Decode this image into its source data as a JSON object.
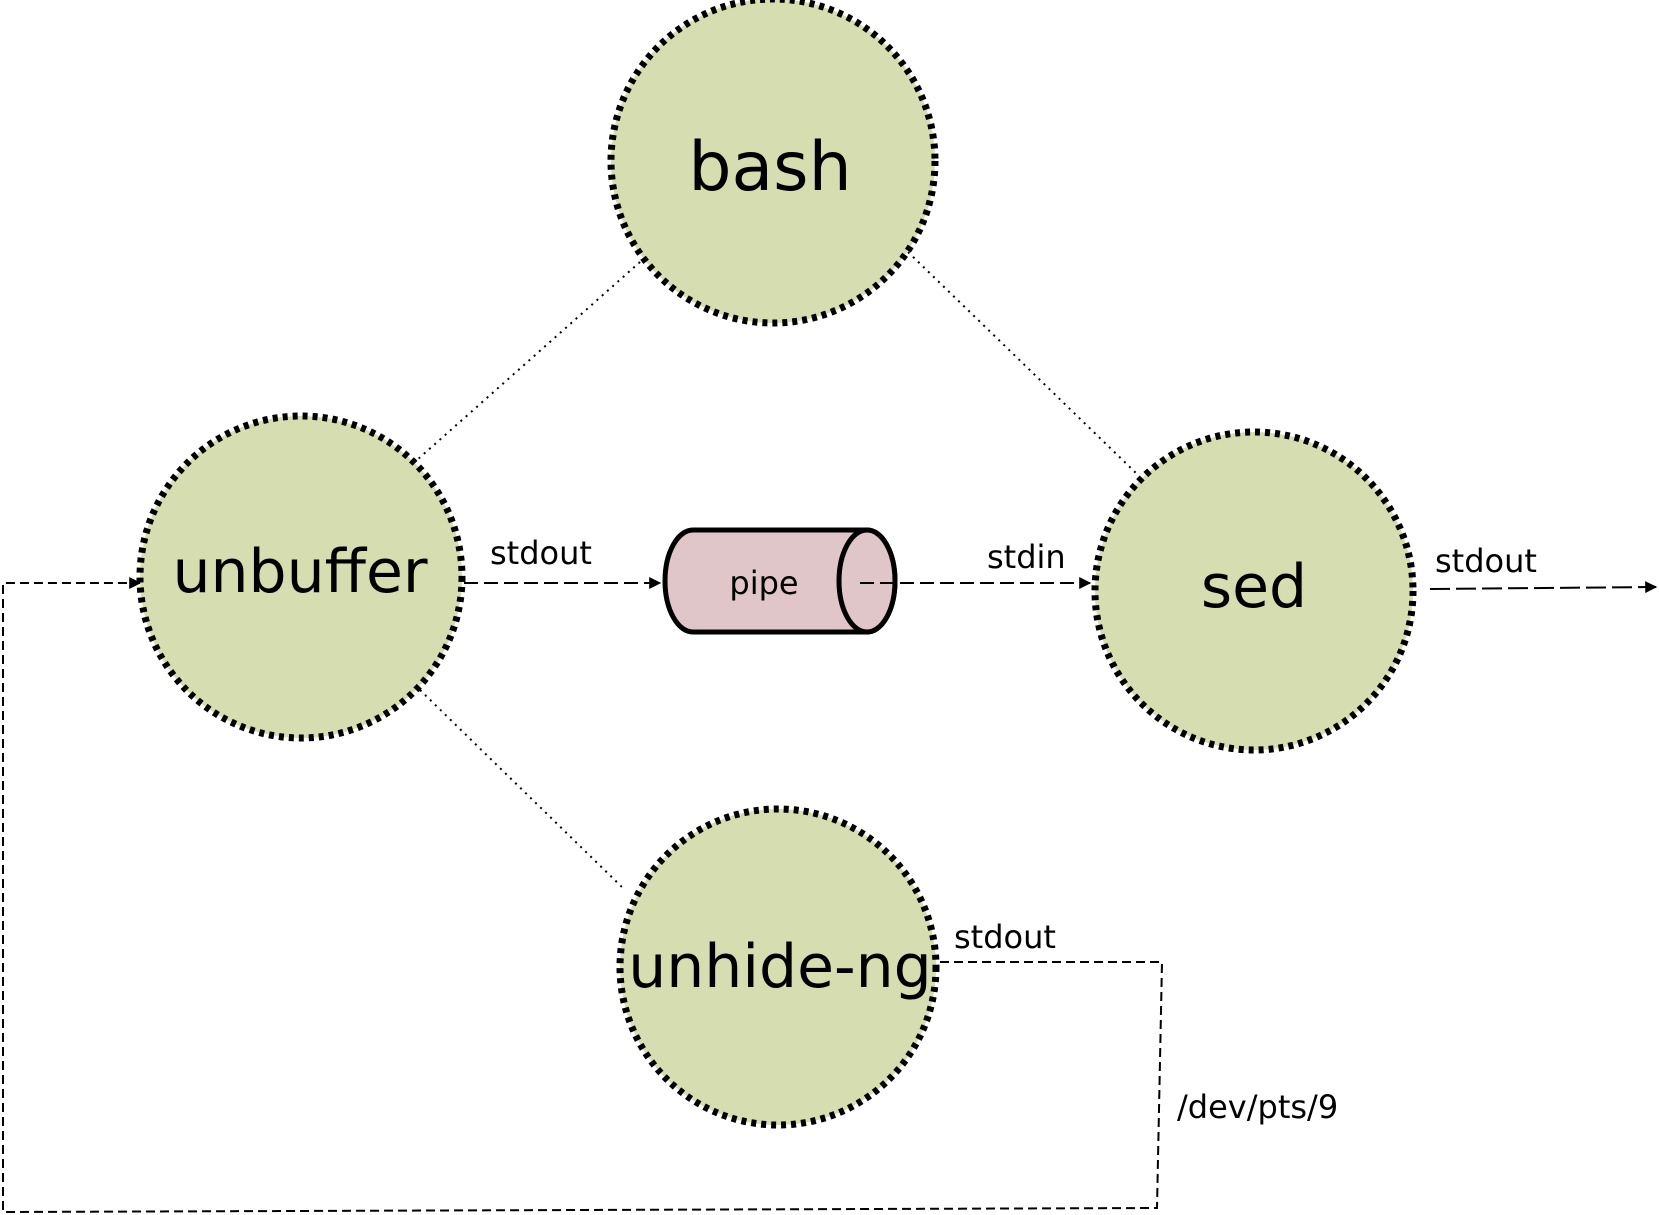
{
  "nodes": {
    "bash": "bash",
    "unbuffer": "unbuffer",
    "sed": "sed",
    "unhide_ng": "unhide-ng",
    "pipe": "pipe"
  },
  "edges": {
    "unbuffer_stdout": "stdout",
    "pipe_stdin": "stdin",
    "sed_stdout": "stdout",
    "unhide_stdout": "stdout",
    "pts_label": "/dev/pts/9"
  },
  "colors": {
    "process_fill": "#d5ddb1",
    "pipe_fill": "#e0c6c8",
    "stroke": "#000000"
  }
}
